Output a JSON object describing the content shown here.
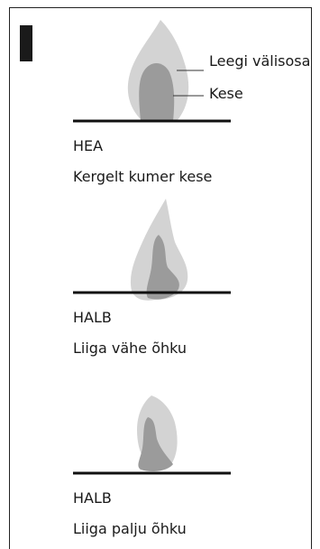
{
  "colors": {
    "outer_flame": "#d3d3d3",
    "inner_core": "#9b9b9b",
    "ground_line": "#111111",
    "marker": "#1a1a1a"
  },
  "callouts": {
    "outer": "Leegi välisosa",
    "core": "Kese"
  },
  "flames": [
    {
      "status": "HEA",
      "description": "Kergelt kumer kese"
    },
    {
      "status": "HALB",
      "description": "Liiga vähe õhku"
    },
    {
      "status": "HALB",
      "description": "Liiga palju õhku"
    }
  ]
}
